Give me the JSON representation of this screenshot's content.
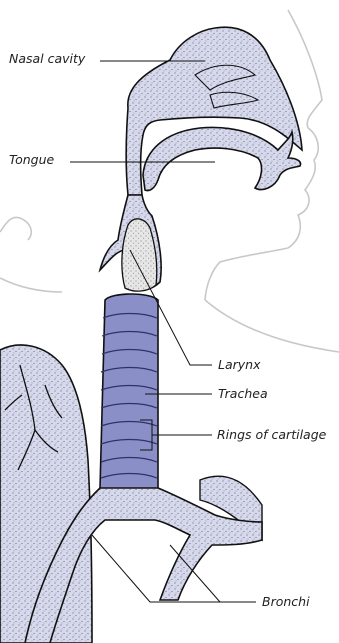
{
  "labels": {
    "nasal_cavity": "Nasal cavity",
    "tongue": "Tongue",
    "larynx": "Larynx",
    "trachea": "Trachea",
    "rings_of_cartilage": "Rings of cartilage",
    "bronchi": "Bronchi"
  },
  "colors": {
    "airway_fill": "#d6d8ec",
    "trachea_fill": "#8a8fc8",
    "larynx_fill": "#e3e3e3",
    "outline": "#111111",
    "face_outline": "#c8c8c8"
  }
}
